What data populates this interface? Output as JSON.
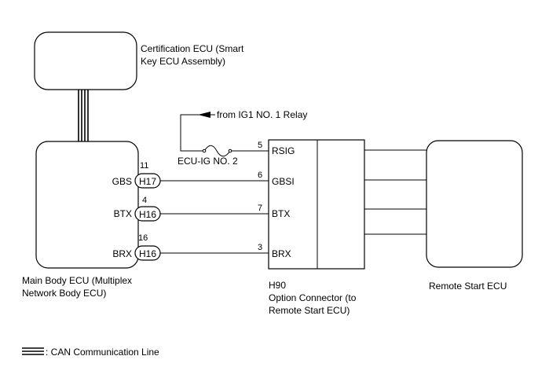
{
  "certification_ecu": {
    "name_line1": "Certification ECU (Smart",
    "name_line2": "Key ECU Assembly)"
  },
  "main_body_ecu": {
    "name_line1": "Main Body ECU (Multiplex",
    "name_line2": "Network Body ECU)",
    "terminals": [
      {
        "name": "GBS",
        "pin": "11",
        "connector": "H17"
      },
      {
        "name": "BTX",
        "pin": "4",
        "connector": "H16"
      },
      {
        "name": "BRX",
        "pin": "16",
        "connector": "H16"
      }
    ]
  },
  "power_feed": {
    "source": "from IG1 NO. 1 Relay",
    "fuse": "ECU-IG NO. 2"
  },
  "option_connector": {
    "id": "H90",
    "name_line1": "Option Connector (to",
    "name_line2": "Remote Start ECU)",
    "pins": [
      {
        "name": "RSIG",
        "number": "5"
      },
      {
        "name": "GBSI",
        "number": "6"
      },
      {
        "name": "BTX",
        "number": "7"
      },
      {
        "name": "BRX",
        "number": "3"
      }
    ]
  },
  "remote_start_ecu": {
    "name": "Remote Start ECU"
  },
  "legend": {
    "can_line": ": CAN Communication Line"
  }
}
